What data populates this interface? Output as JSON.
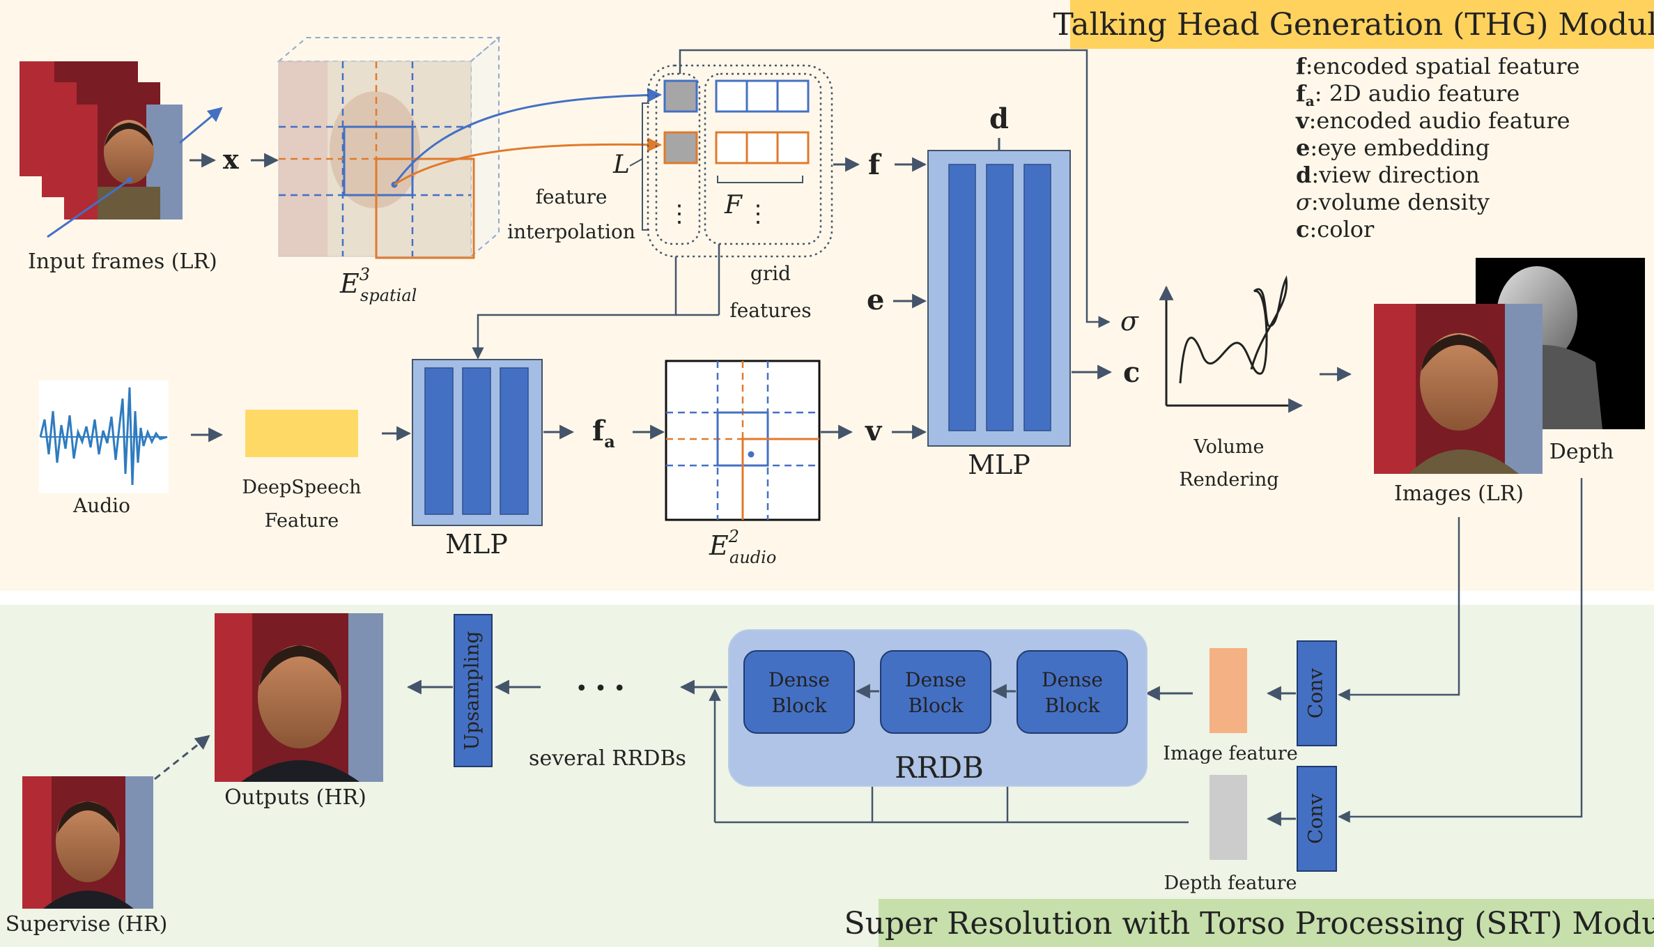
{
  "colors": {
    "thg_bg": "#fff8ea",
    "srt_bg": "#eef4e6",
    "thg_title_bg": "#fed25d",
    "srt_title_bg": "#c6dfab",
    "mlp_outer": "#a4bde4",
    "mlp_bar": "#4470c4",
    "blue_line": "#4470c4",
    "orange_line": "#e07a2c",
    "arrow": "#44546a",
    "deepspeech": "#ffd966",
    "image_feature": "#f4b183",
    "depth_feature": "#cccccc",
    "rrdb_bg": "#afc4e6",
    "dense_block": "#4470c4",
    "grid_gray": "#a6a6a6",
    "depth_bg": "#000000"
  },
  "thg": {
    "title": "Talking Head Generation (THG) Module",
    "legend": [
      {
        "sym": "f",
        "sub": "",
        "text": ":encoded spatial feature"
      },
      {
        "sym": "f",
        "sub": "a",
        "text": ": 2D audio feature"
      },
      {
        "sym": "v",
        "sub": "",
        "text": ":encoded audio feature"
      },
      {
        "sym": "e",
        "sub": "",
        "text": ":eye embedding"
      },
      {
        "sym": "d",
        "sub": "",
        "text": ":view direction"
      },
      {
        "sym": "σ",
        "sub": "",
        "text": ":volume density"
      },
      {
        "sym": "c",
        "sub": "",
        "text": ":color"
      }
    ],
    "input_frames_label": "Input frames (LR)",
    "x_label": "x",
    "e_spatial": {
      "base": "E",
      "sup": "3",
      "sub": "spatial"
    },
    "feature_interp": [
      "feature",
      "interpolation"
    ],
    "L_label": "L",
    "F_label": "F",
    "dots": "⋮",
    "grid_features": [
      "grid",
      "features"
    ],
    "f_label": "f",
    "e_label": "e",
    "d_label": "d",
    "v_label": "v",
    "fa_label": {
      "base": "f",
      "sub": "a"
    },
    "sigma_label": "σ",
    "c_label": "c",
    "mlp_label": "MLP",
    "audio_label": "Audio",
    "deepspeech_label": [
      "DeepSpeech",
      "Feature"
    ],
    "e_audio": {
      "base": "E",
      "sup": "2",
      "sub": "audio"
    },
    "volume_rendering": [
      "Volume",
      "Rendering"
    ],
    "images_lr": "Images (LR)",
    "depth_label": "Depth"
  },
  "srt": {
    "title": "Super Resolution with Torso Processing (SRT) Module",
    "outputs_hr": "Outputs (HR)",
    "supervise_hr": "Supervise (HR)",
    "upsampling": "Upsampling",
    "ellipsis": "• • •",
    "several_rrdbs": "several RRDBs",
    "dense_block": [
      "Dense",
      "Block"
    ],
    "rrdb": "RRDB",
    "image_feature": "Image feature",
    "depth_feature": "Depth feature",
    "conv": "Conv"
  }
}
